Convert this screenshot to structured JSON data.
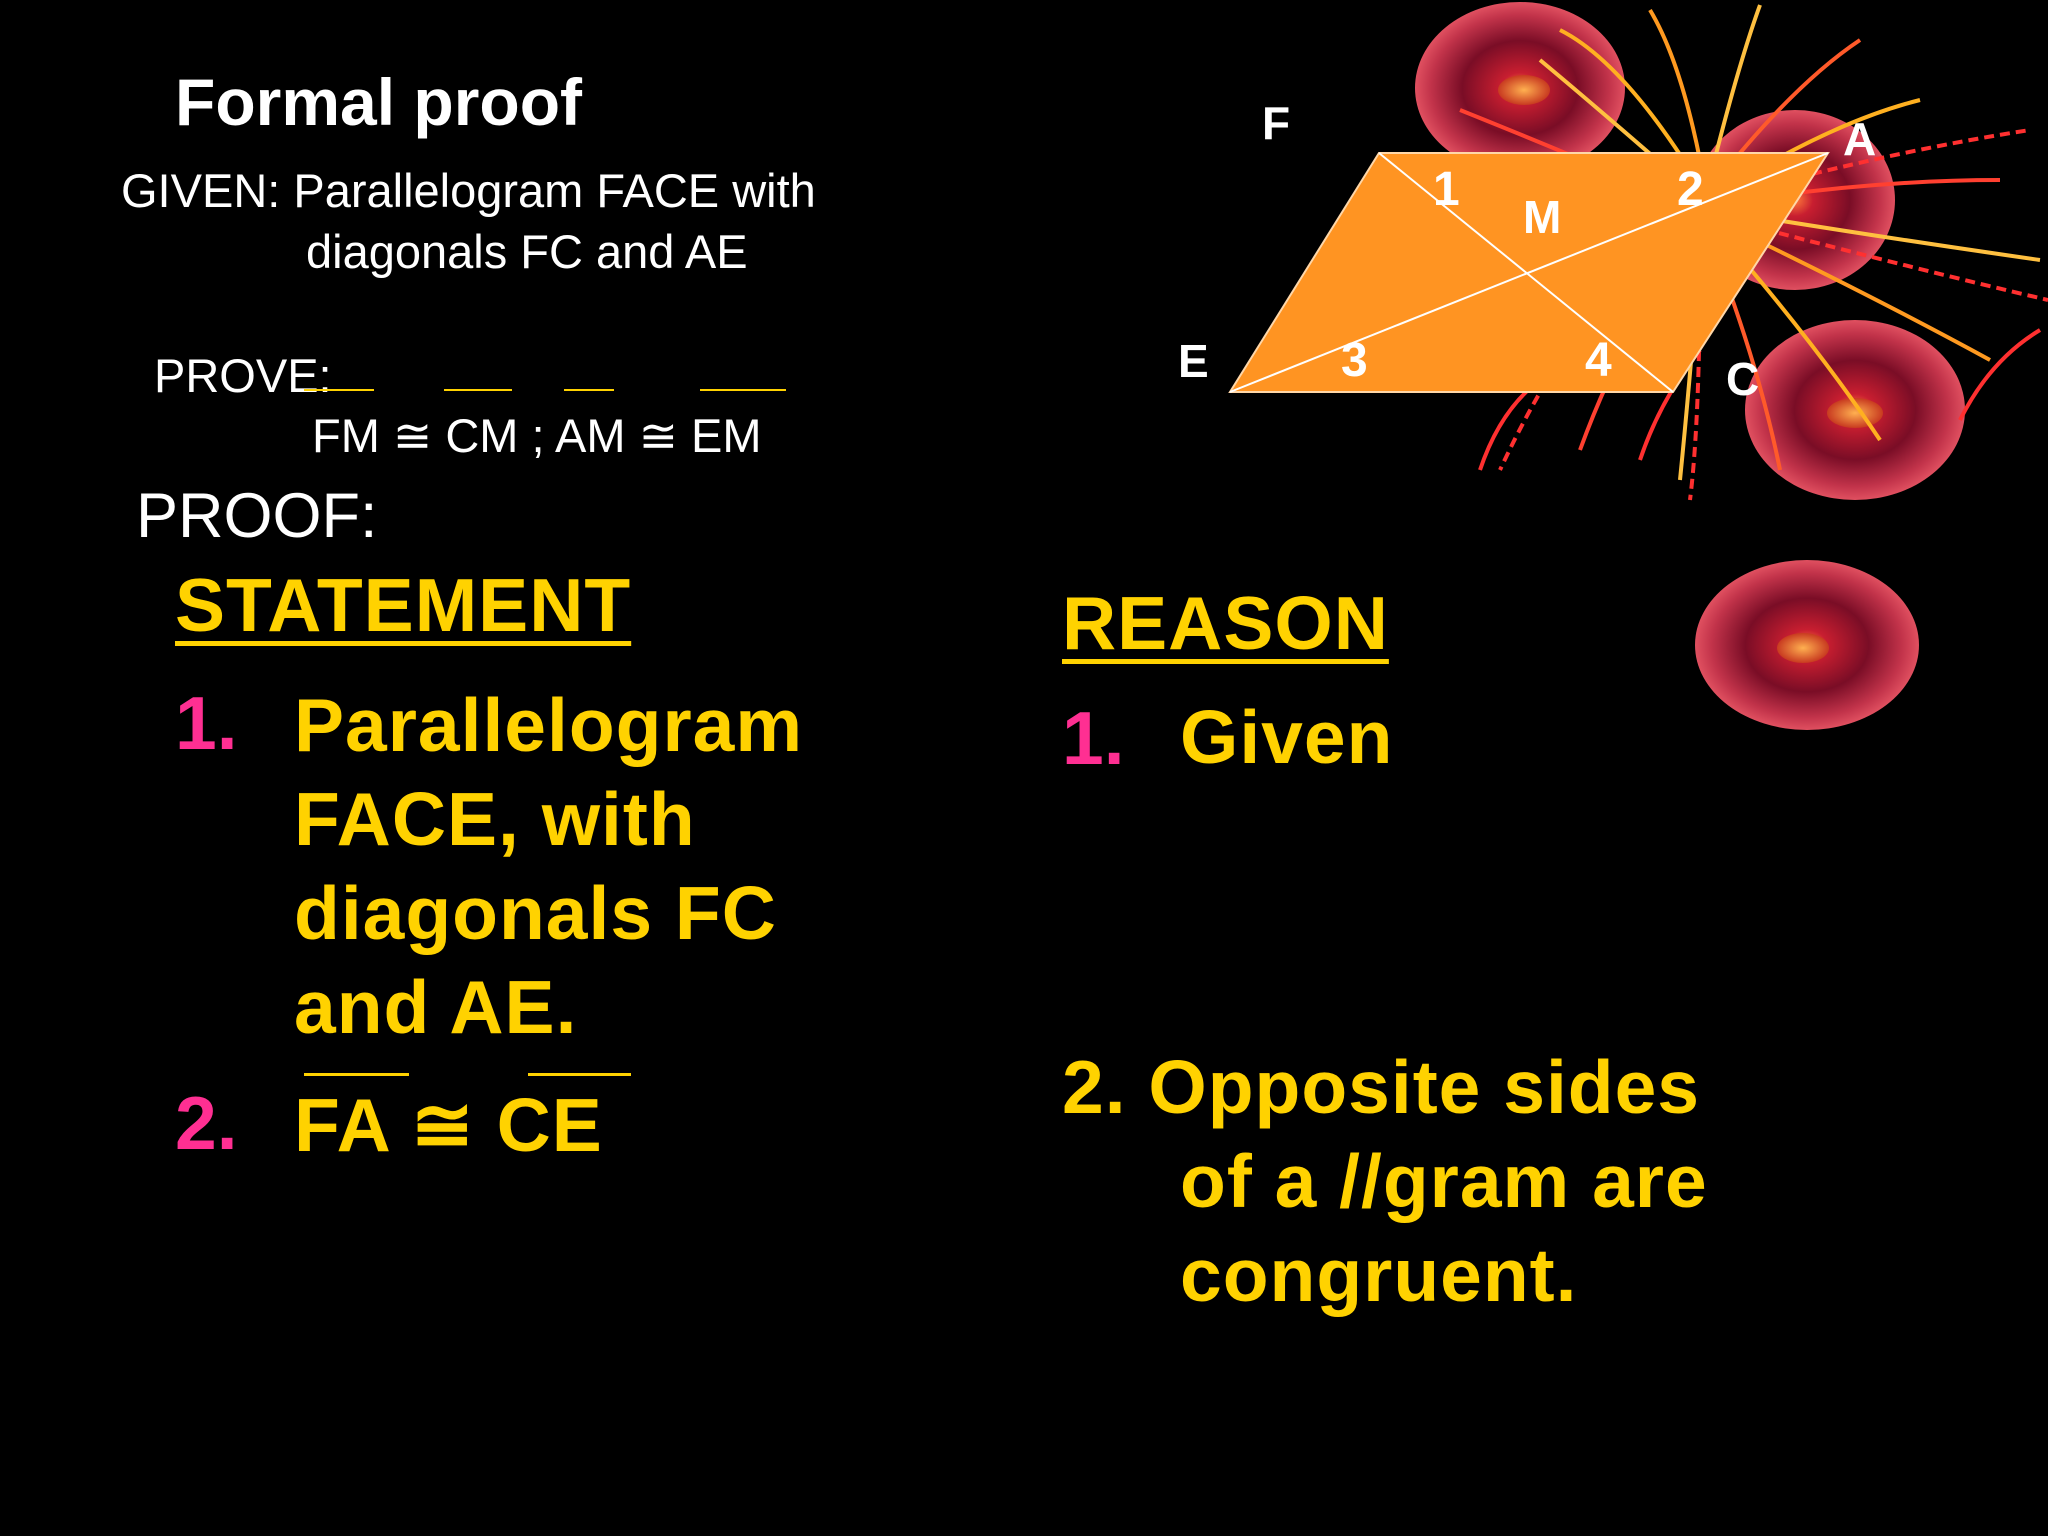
{
  "slide": {
    "title": "Formal proof",
    "given_line1": "GIVEN: Parallelogram FACE with",
    "given_line2": "diagonals FC and AE",
    "prove_label": "PROVE:",
    "prove_statement": "FM ≅ CM ; AM ≅ EM",
    "proof_label": "PROOF:"
  },
  "diagram": {
    "vertices": {
      "F": "F",
      "A": "A",
      "C": "C",
      "E": "E",
      "M": "M"
    },
    "angles": {
      "a1": "1",
      "a2": "2",
      "a3": "3",
      "a4": "4"
    },
    "fill_color": "#ff9422"
  },
  "proof": {
    "statement_header": "STATEMENT",
    "reason_header": "REASON",
    "rows": [
      {
        "num": "1.",
        "statement_lines": [
          "Parallelogram",
          "FACE, with",
          "diagonals FC",
          "and AE."
        ],
        "reason_lines": [
          "Given"
        ]
      },
      {
        "num": "2.",
        "statement_left": "FA",
        "statement_symbol": "≅",
        "statement_right": "CE",
        "reason_first": "2. Opposite sides",
        "reason_lines": [
          "of a //gram are",
          "congruent."
        ]
      }
    ]
  },
  "colors": {
    "background": "#000000",
    "heading_text": "#ffd200",
    "number_text": "#ff2f92",
    "plain_text": "#ffffff"
  }
}
